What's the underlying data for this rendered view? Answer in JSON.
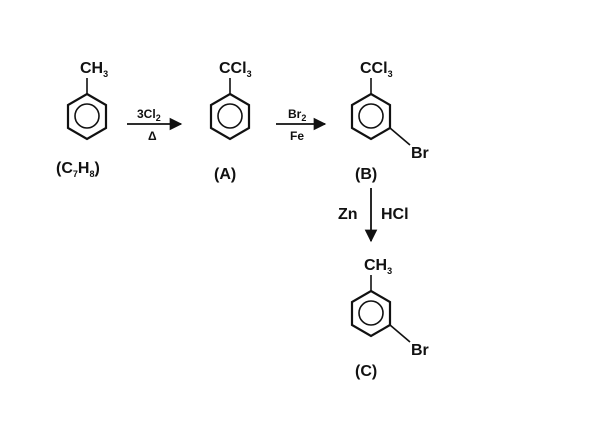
{
  "toluene": {
    "label": "CH",
    "label_sub": "3",
    "formula": "(C",
    "formula_sub1": "7",
    "formula_mid": "H",
    "formula_sub2": "8",
    "formula_end": ")"
  },
  "step1": {
    "reagent": "3Cl",
    "reagent_sub": "2",
    "condition": "Δ"
  },
  "compound_a": {
    "substituent": "CCl",
    "substituent_sub": "3",
    "label": "(A)"
  },
  "step2": {
    "reagent": "Br",
    "reagent_sub": "2",
    "catalyst": "Fe"
  },
  "compound_b": {
    "substituent": "CCl",
    "substituent_sub": "3",
    "meta": "Br",
    "label": "(B)"
  },
  "step3": {
    "reagent_left": "Zn",
    "reagent_right": "HCl"
  },
  "compound_c": {
    "substituent": "CH",
    "substituent_sub": "3",
    "meta": "Br",
    "label": "(C)"
  }
}
